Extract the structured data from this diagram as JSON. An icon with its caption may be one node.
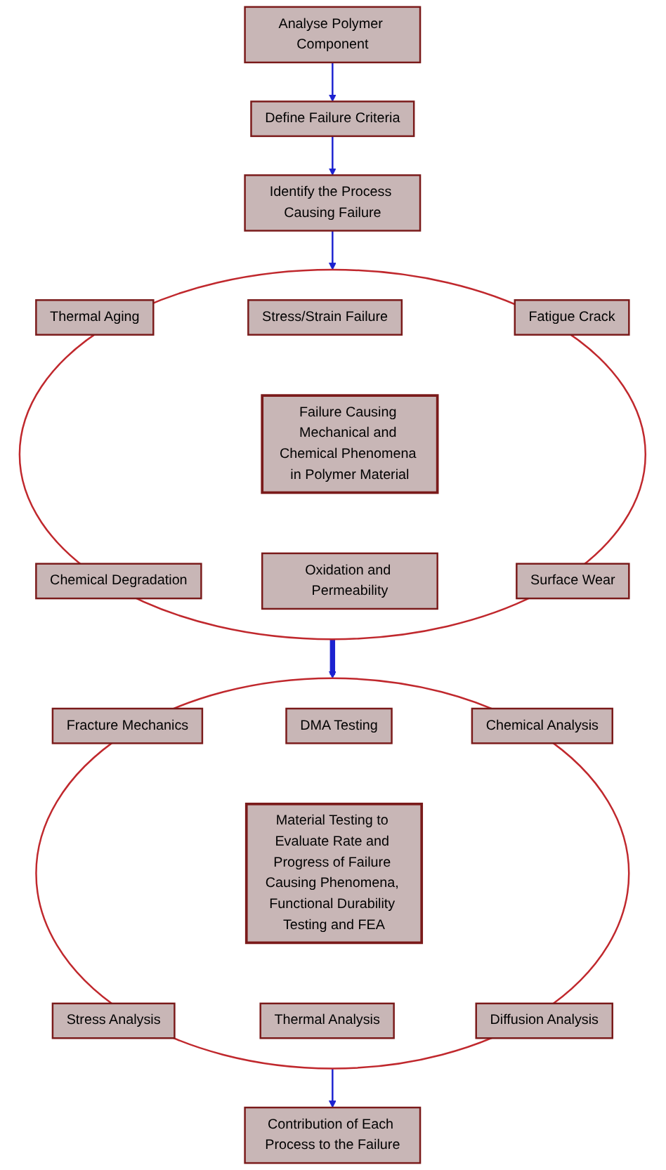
{
  "diagram": {
    "nodes": [
      {
        "text": [
          "Analyse Polymer Component"
        ]
      },
      {
        "text": [
          "Define Failure Criteria"
        ]
      },
      {
        "text": [
          "Identify the Process Causing Failure"
        ]
      },
      {
        "text": [],
        "shape": "ellipse"
      },
      {
        "text": [
          "Thermal Aging"
        ],
        "in": 3
      },
      {
        "text": [
          "Stress/Strain Failure"
        ],
        "in": 3
      },
      {
        "text": [
          "Fatigue Crack"
        ],
        "in": 3
      },
      {
        "text": [
          "Failure Causing Mechanical and Chemical Phenomena in Polymer Material"
        ],
        "in": 3
      },
      {
        "text": [
          "Chemical Degradation"
        ],
        "in": 3
      },
      {
        "text": [
          "Oxidation and Permeability"
        ],
        "in": 3
      },
      {
        "text": [
          "Surface Wear"
        ],
        "in": 3
      },
      {
        "text": [],
        "shape": "ellipse"
      },
      {
        "text": [
          "Fracture Mechanics"
        ],
        "in": 11
      },
      {
        "text": [
          "DMA Testing"
        ],
        "in": 11
      },
      {
        "text": [
          "Chemical Analysis"
        ],
        "in": 11
      },
      {
        "text": [
          "Material Testing to Evaluate Rate and Progress of Failure Causing Phenomena, Functional Durability Testing and FEA"
        ],
        "in": 11
      },
      {
        "text": [
          "Stress Analysis"
        ],
        "in": 11
      },
      {
        "text": [
          "Thermal Analysis"
        ],
        "in": 11
      },
      {
        "text": [
          "Diffusion Analysis"
        ],
        "in": 11
      },
      {
        "text": [
          "Contribution of Each Process to the Failure"
        ]
      }
    ],
    "edges": [
      {
        "from": 0,
        "to": 1,
        "arrow": "to"
      },
      {
        "from": 1,
        "to": 2,
        "arrow": "to"
      },
      {
        "from": 2,
        "to": 3,
        "arrow": "to"
      },
      {
        "from": 3,
        "to": 11,
        "arrow": "to",
        "style": "thick"
      },
      {
        "from": 11,
        "to": 19,
        "arrow": "to"
      }
    ]
  }
}
